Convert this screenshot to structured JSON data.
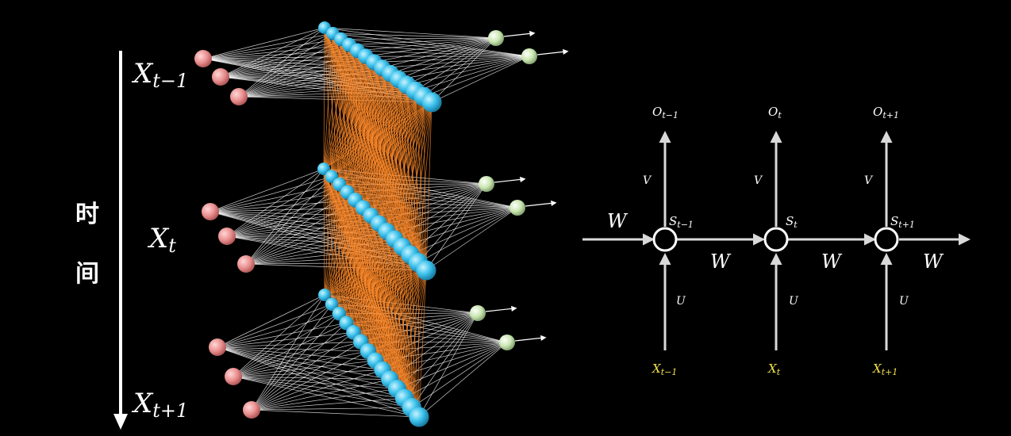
{
  "left": {
    "time_label_1": "时",
    "time_label_2": "间",
    "x_prev": {
      "base": "X",
      "sub": "t−1"
    },
    "x_curr": {
      "base": "X",
      "sub": "t"
    },
    "x_next": {
      "base": "X",
      "sub": "t+1"
    },
    "colors": {
      "input_node": "#e98f8f",
      "hidden_node": "#3cc2ec",
      "output_node": "#c9e6b0",
      "recurrent_edge": "#ff8a2a",
      "feedforward_edge": "#ffffff"
    }
  },
  "right": {
    "w_in": "W",
    "steps": [
      {
        "o_base": "O",
        "o_sub": "t−1",
        "s_base": "S",
        "s_sub": "t−1",
        "x_base": "X",
        "x_sub": "t−1",
        "v": "V",
        "u": "U",
        "w": "W"
      },
      {
        "o_base": "O",
        "o_sub": "t",
        "s_base": "S",
        "s_sub": "t",
        "x_base": "X",
        "x_sub": "t",
        "v": "V",
        "u": "U",
        "w": "W"
      },
      {
        "o_base": "O",
        "o_sub": "t+1",
        "s_base": "S",
        "s_sub": "t+1",
        "x_base": "X",
        "x_sub": "t+1",
        "v": "V",
        "u": "U",
        "w": "W"
      }
    ],
    "colors": {
      "x_label": "#f2e04a",
      "line": "#d9d9d9"
    }
  }
}
